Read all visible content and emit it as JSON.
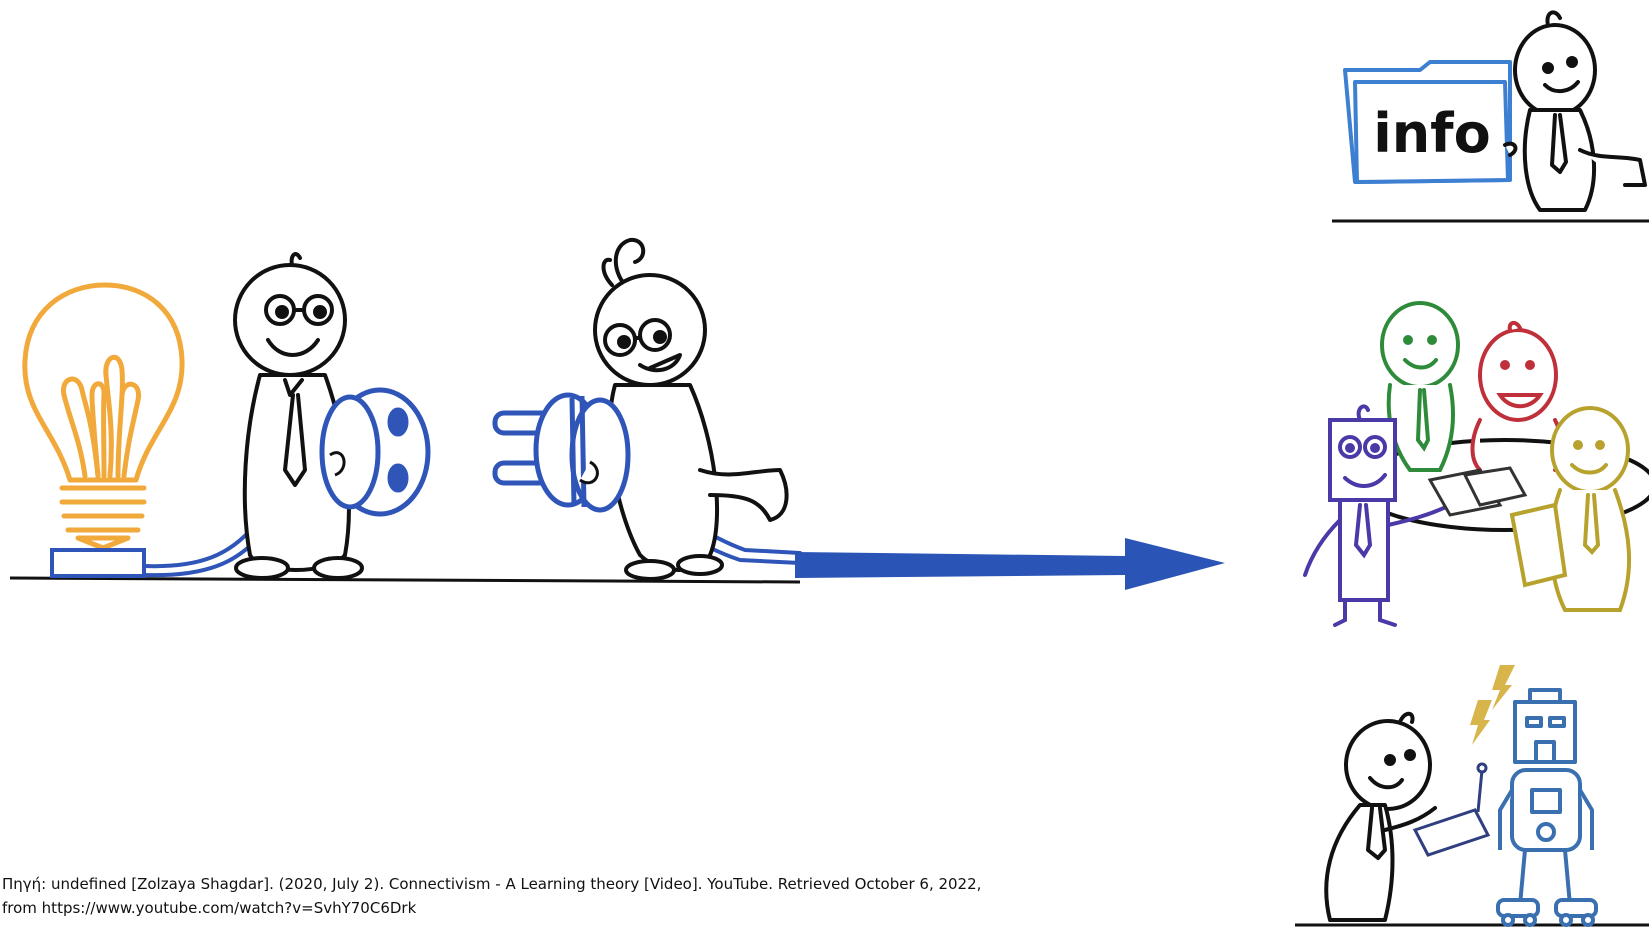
{
  "info_label": "info",
  "caption": {
    "line1": "Πηγή: undefined [Zolzaya Shagdar]. (2020, July 2). Connectivism - A Learning theory [Video]. YouTube. Retrieved October 6, 2022,",
    "line2": "from https://www.youtube.com/watch?v=SvhY70C6Drk"
  },
  "colors": {
    "bulb": "#f2a93b",
    "plug_blue": "#2f55b8",
    "arrow": "#2a54b5",
    "folder": "#3d7fd0",
    "green_person": "#2e8b3a",
    "red_person": "#c0303a",
    "purple_person": "#4a3aa8",
    "olive_person": "#b8a22e",
    "robot": "#3a6fb0",
    "lightning": "#d8b54a",
    "ink": "#111111"
  },
  "icons": [
    "lightbulb-icon",
    "plug-icon",
    "socket-icon",
    "folder-icon",
    "robot-icon",
    "lightning-icon"
  ]
}
